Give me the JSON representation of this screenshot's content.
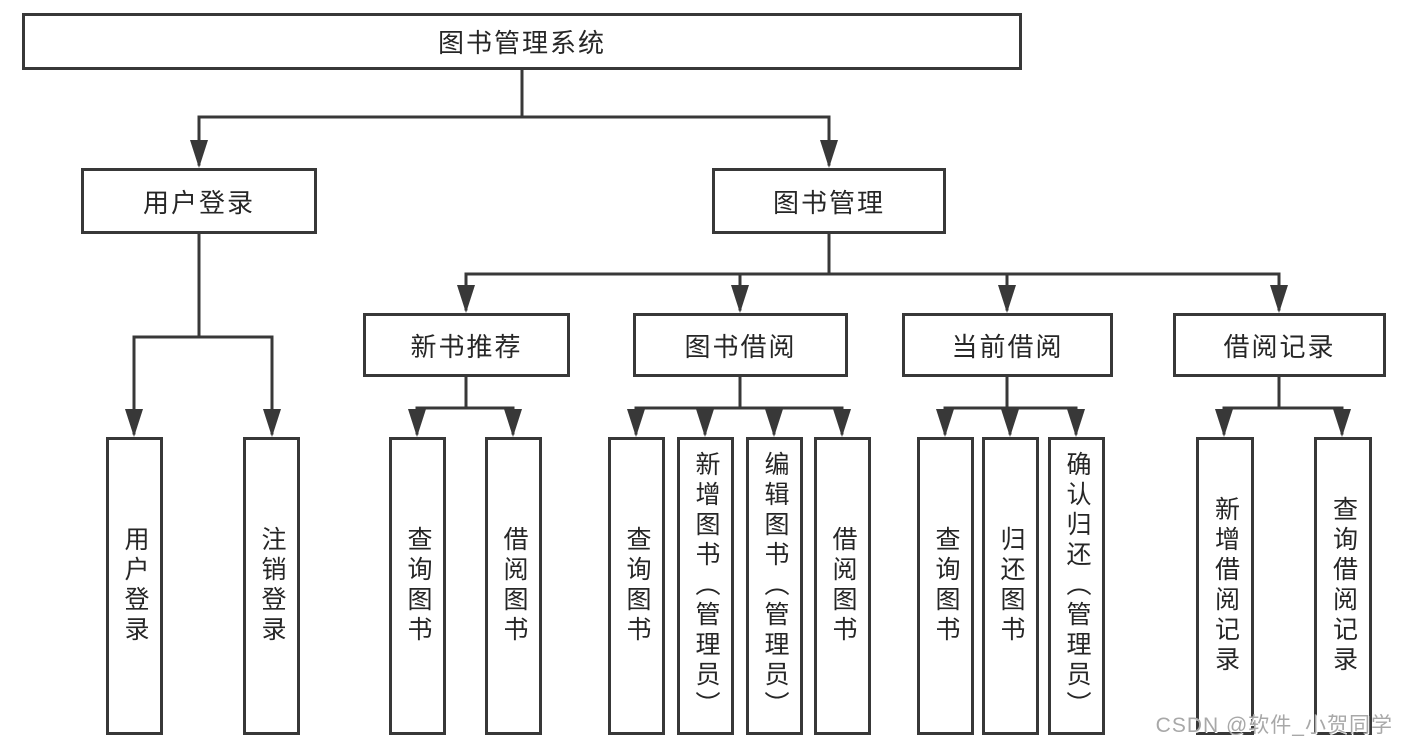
{
  "diagram": {
    "root": {
      "label": "图书管理系统"
    },
    "level2": [
      {
        "label": "用户登录"
      },
      {
        "label": "图书管理"
      }
    ],
    "level3": [
      {
        "label": "新书推荐"
      },
      {
        "label": "图书借阅"
      },
      {
        "label": "当前借阅"
      },
      {
        "label": "借阅记录"
      }
    ],
    "leaves": [
      {
        "label": "用户登录"
      },
      {
        "label": "注销登录"
      },
      {
        "label": "查询图书"
      },
      {
        "label": "借阅图书"
      },
      {
        "label": "查询图书"
      },
      {
        "label": "新增图书（管理员）"
      },
      {
        "label": "编辑图书（管理员）"
      },
      {
        "label": "借阅图书"
      },
      {
        "label": "查询图书"
      },
      {
        "label": "归还图书"
      },
      {
        "label": "确认归还（管理员）"
      },
      {
        "label": "新增借阅记录"
      },
      {
        "label": "查询借阅记录"
      }
    ]
  },
  "watermark": {
    "text": "CSDN @软件_小贺同学"
  },
  "colors": {
    "line": "#383838",
    "text": "#262626",
    "watermark": "#a8a8a8",
    "background": "#ffffff"
  }
}
